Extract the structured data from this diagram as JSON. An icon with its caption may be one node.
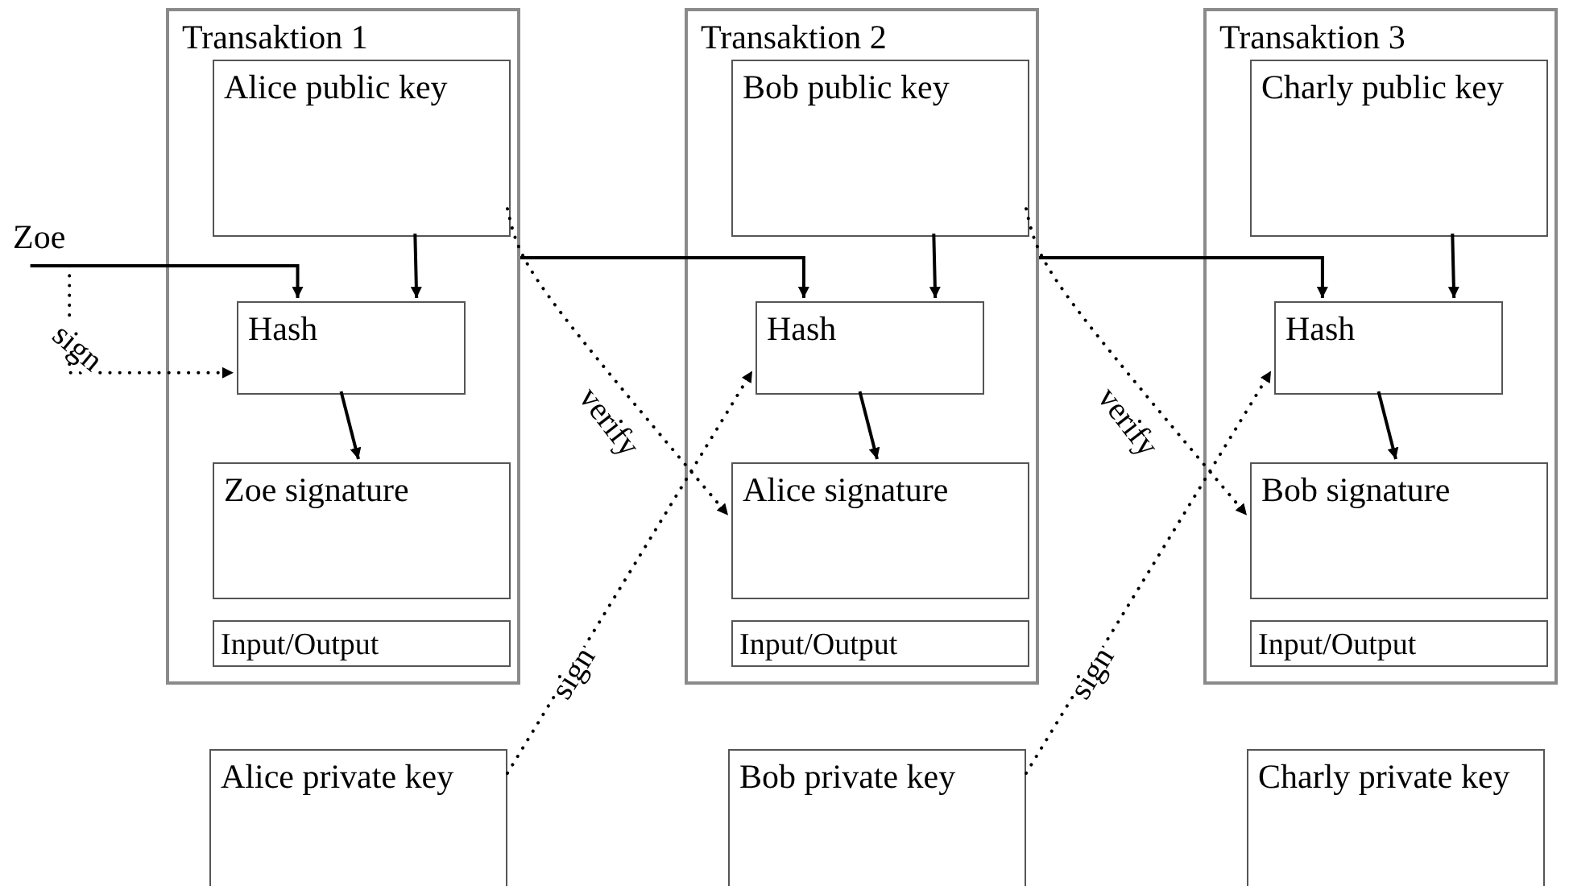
{
  "diagram": {
    "nodes": [
      {
        "text": [
          "Transaktion 1"
        ]
      },
      {
        "text": [
          "Alice public key"
        ],
        "in": 0
      },
      {
        "text": [
          "Hash"
        ],
        "in": 0
      },
      {
        "text": [
          "Zoe signature"
        ],
        "in": 0
      },
      {
        "text": [
          "Input/Output"
        ],
        "in": 0
      },
      {
        "text": [
          "Transaktion 2"
        ]
      },
      {
        "text": [
          "Bob public key"
        ],
        "in": 5
      },
      {
        "text": [
          "Hash"
        ],
        "in": 5
      },
      {
        "text": [
          "Alice signature"
        ],
        "in": 5
      },
      {
        "text": [
          "Input/Output"
        ],
        "in": 5
      },
      {
        "text": [
          "Transaktion 3"
        ]
      },
      {
        "text": [
          "Charly public key"
        ],
        "in": 10
      },
      {
        "text": [
          "Hash"
        ],
        "in": 10
      },
      {
        "text": [
          "Bob signature"
        ],
        "in": 10
      },
      {
        "text": [
          "Input/Output"
        ],
        "in": 10
      },
      {
        "text": [
          "Alice private key"
        ]
      },
      {
        "text": [
          "Bob private key"
        ]
      },
      {
        "text": [
          "Charly private key"
        ]
      },
      {
        "text": [
          "Zoe"
        ]
      }
    ],
    "edges": [
      {
        "from": 18,
        "to": 2,
        "arrow": "to"
      },
      {
        "from": 18,
        "to": 2,
        "arrow": "to",
        "style": "dashed",
        "label": "sign"
      },
      {
        "from": 1,
        "to": 2,
        "arrow": "to"
      },
      {
        "from": 2,
        "to": 3,
        "arrow": "to"
      },
      {
        "from": 1,
        "to": 8,
        "arrow": "to",
        "style": "dashed",
        "label": "verify"
      },
      {
        "from": 0,
        "to": 7,
        "arrow": "to"
      },
      {
        "from": 6,
        "to": 7,
        "arrow": "to"
      },
      {
        "from": 7,
        "to": 8,
        "arrow": "to"
      },
      {
        "from": 15,
        "to": 7,
        "arrow": "to",
        "style": "dashed",
        "label": "sign"
      },
      {
        "from": 6,
        "to": 13,
        "arrow": "to",
        "style": "dashed",
        "label": "verify"
      },
      {
        "from": 5,
        "to": 12,
        "arrow": "to"
      },
      {
        "from": 11,
        "to": 12,
        "arrow": "to"
      },
      {
        "from": 12,
        "to": 13,
        "arrow": "to"
      },
      {
        "from": 16,
        "to": 12,
        "arrow": "to",
        "style": "dashed",
        "label": "sign"
      }
    ]
  }
}
